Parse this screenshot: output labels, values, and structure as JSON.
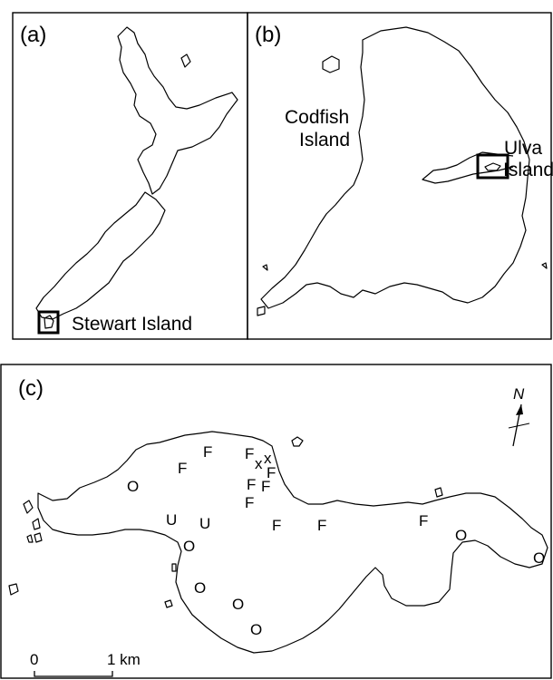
{
  "panels": {
    "a": {
      "letter": "(a)",
      "inset_label": "Stewart Island"
    },
    "b": {
      "letter": "(b)",
      "codfish_line1": "Codfish",
      "codfish_line2": "Island",
      "ulva_line1": "Ulva",
      "ulva_line2": "Island"
    },
    "c": {
      "letter": "(c)",
      "north": "N",
      "scale_zero": "0",
      "scale_len": "1 km",
      "markers": {
        "F": "F",
        "x": "x",
        "O": "O",
        "U": "U"
      }
    }
  }
}
